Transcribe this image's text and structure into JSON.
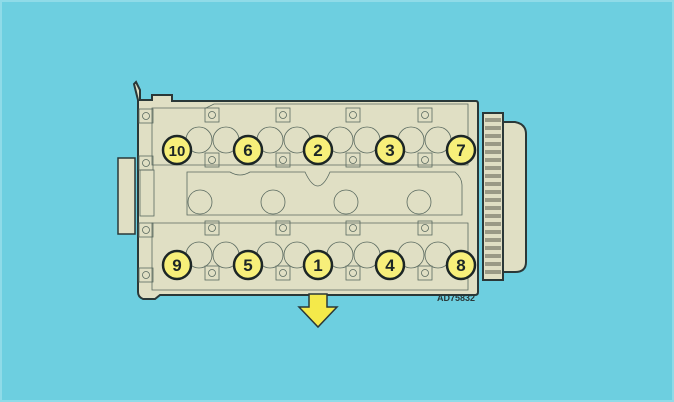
{
  "diagram": {
    "title": "Cylinder head bolt tightening sequence",
    "reference_code": "AD75832",
    "bolts_top_row": [
      "10",
      "6",
      "2",
      "3",
      "7"
    ],
    "bolts_bottom_row": [
      "9",
      "5",
      "1",
      "4",
      "8"
    ],
    "colors": {
      "background": "#6dcfe0",
      "head_fill": "#e0dfc4",
      "outline": "#2a3838",
      "bolt_fill": "#f7ef7a",
      "arrow_fill": "#f4e94a",
      "gear_tooth": "#9a9a86"
    }
  }
}
